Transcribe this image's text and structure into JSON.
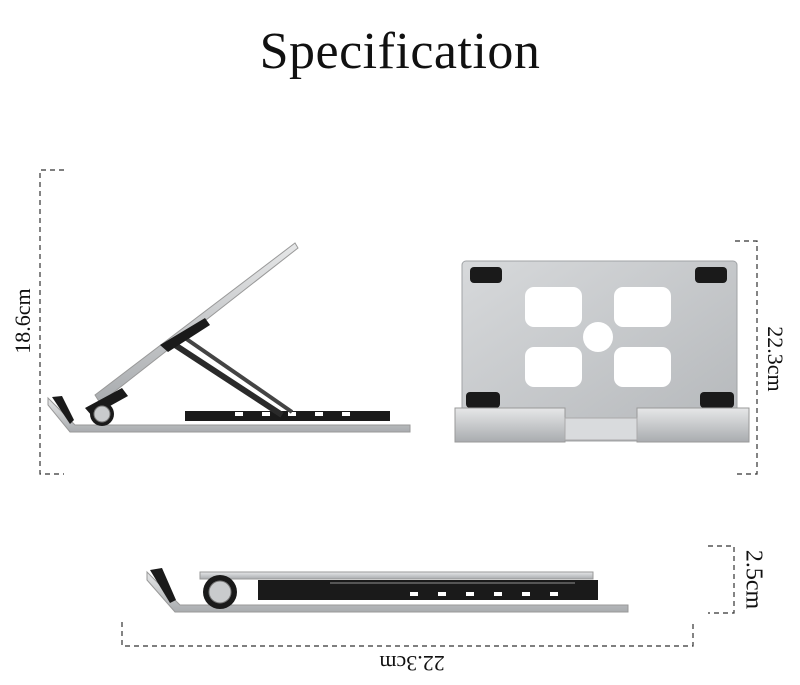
{
  "title": "Specification",
  "dimensions": {
    "height_label": "18.6cm",
    "depth_label": "22.3cm",
    "folded_thickness_label": "2.5cm",
    "folded_length_label": "22.3cm"
  },
  "colors": {
    "aluminum": "#c9cbcd",
    "aluminum_dark": "#9fa2a5",
    "rubber": "#1a1a1a",
    "dimension_line": "#333333"
  }
}
